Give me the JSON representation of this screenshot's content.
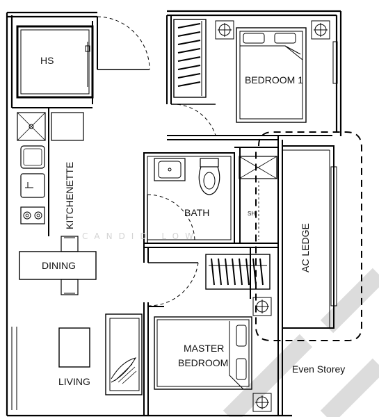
{
  "rooms": {
    "hs": "HS",
    "bedroom1": "BEDROOM 1",
    "kitchenette": "KITCHENETTE",
    "bath": "BATH",
    "sh": "SH",
    "ac_ledge": "AC LEDGE",
    "dining": "DINING",
    "living": "LIVING",
    "master_line1": "MASTER",
    "master_line2": "BEDROOM"
  },
  "note": "Even Storey",
  "watermark": "CANDID LOW"
}
